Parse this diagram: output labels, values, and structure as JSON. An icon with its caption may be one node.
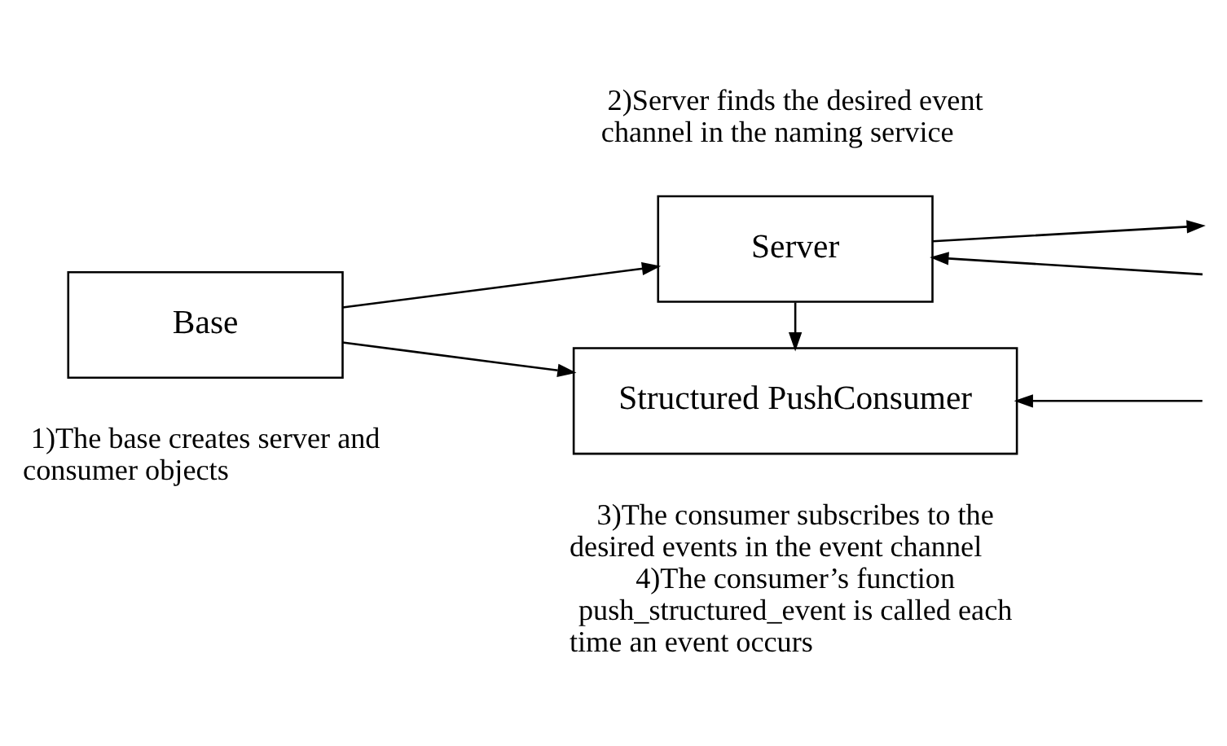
{
  "diagram": {
    "nodes": [
      {
        "text": [
          "Server"
        ],
        "beside": [
          "2)Server finds the desired event channel in the naming service"
        ]
      },
      {
        "text": [
          "Base"
        ],
        "beside": [
          "1)The base creates server and consumer objects"
        ]
      },
      {
        "text": [
          "Structured PushConsumer"
        ],
        "beside": [
          "3)The consumer subscribes to the desired events in the event channel",
          "4)The consumer’s function push_structured_event is called each time an event occurs"
        ]
      }
    ],
    "edges": [
      {
        "from": 1,
        "to": 0,
        "arrow": "to"
      },
      {
        "from": 1,
        "to": 2,
        "arrow": "to"
      },
      {
        "from": 0,
        "to": 2,
        "arrow": "to"
      },
      {
        "from": 0,
        "to": null,
        "arrow": "to"
      },
      {
        "from": null,
        "to": 0,
        "arrow": "to"
      },
      {
        "from": null,
        "to": 2,
        "arrow": "to"
      }
    ]
  }
}
